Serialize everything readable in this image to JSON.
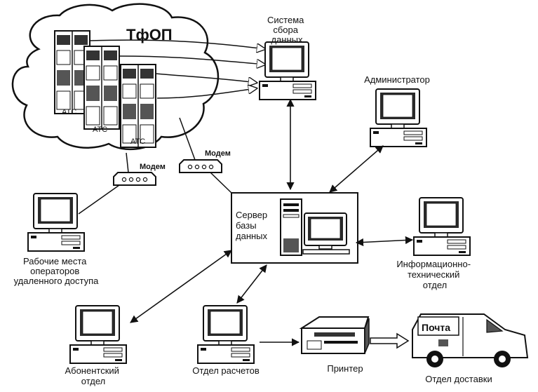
{
  "cloud": {
    "title": "ТфОП"
  },
  "ats": [
    "АТС",
    "АТС",
    "АТС"
  ],
  "modems": {
    "left": "Модем",
    "right": "Модем"
  },
  "nodes": {
    "data_collection": [
      "Система",
      "сбора",
      "данных"
    ],
    "administrator": "Администратор",
    "db_server": [
      "Сервер",
      "базы",
      "данных"
    ],
    "remote_operators": [
      "Рабочие места",
      "операторов",
      "удаленного доступа"
    ],
    "it_department": [
      "Информационно-",
      "технический",
      "отдел"
    ],
    "subscriber_department": [
      "Абонентский",
      "отдел"
    ],
    "billing_department": "Отдел расчетов",
    "printer": "Принтер",
    "delivery_department": "Отдел доставки",
    "van_label": "Почта"
  },
  "colors": {
    "ink": "#111111",
    "screen": "#2a2a2a",
    "paper": "#ffffff"
  }
}
